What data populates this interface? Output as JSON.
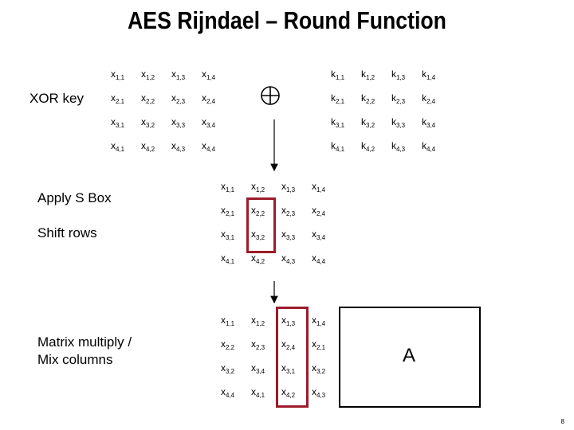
{
  "title": "AES Rijndael – Round Function",
  "labels": {
    "xor_key": "XOR key",
    "apply_sbox": "Apply S Box",
    "shift_rows": "Shift rows",
    "mix_line1": "Matrix multiply /",
    "mix_line2": "Mix columns"
  },
  "xor_symbol": "⊕",
  "box_label": "A",
  "page_number": "8",
  "colors": {
    "highlight": "#9b1b2b",
    "ink": "#000000"
  },
  "matrices": {
    "state": [
      [
        "x1,1",
        "x1,2",
        "x1,3",
        "x1,4"
      ],
      [
        "x2,1",
        "x2,2",
        "x2,3",
        "x2,4"
      ],
      [
        "x3,1",
        "x3,2",
        "x3,3",
        "x3,4"
      ],
      [
        "x4,1",
        "x4,2",
        "x4,3",
        "x4,4"
      ]
    ],
    "key": [
      [
        "k1,1",
        "k1,2",
        "k1,3",
        "k1,4"
      ],
      [
        "k2,1",
        "k2,2",
        "k2,3",
        "k2,4"
      ],
      [
        "k3,1",
        "k3,2",
        "k3,3",
        "k3,4"
      ],
      [
        "k4,1",
        "k4,2",
        "k4,3",
        "k4,4"
      ]
    ],
    "sbox": [
      [
        "x1,1",
        "x1,2",
        "x1,3",
        "x1,4"
      ],
      [
        "x2,1",
        "x2,2",
        "x2,3",
        "x2,4"
      ],
      [
        "x3,1",
        "x3,2",
        "x3,3",
        "x3,4"
      ],
      [
        "x4,1",
        "x4,2",
        "x4,3",
        "x4,4"
      ]
    ],
    "shifted": [
      [
        "x1,1",
        "x1,2",
        "x1,3",
        "x1,4"
      ],
      [
        "x2,2",
        "x2,3",
        "x2,4",
        "x2,1"
      ],
      [
        "x3,2",
        "x3,4",
        "x3,1",
        "x3,2"
      ],
      [
        "x4,4",
        "x4,1",
        "x4,2",
        "x4,3"
      ]
    ]
  }
}
